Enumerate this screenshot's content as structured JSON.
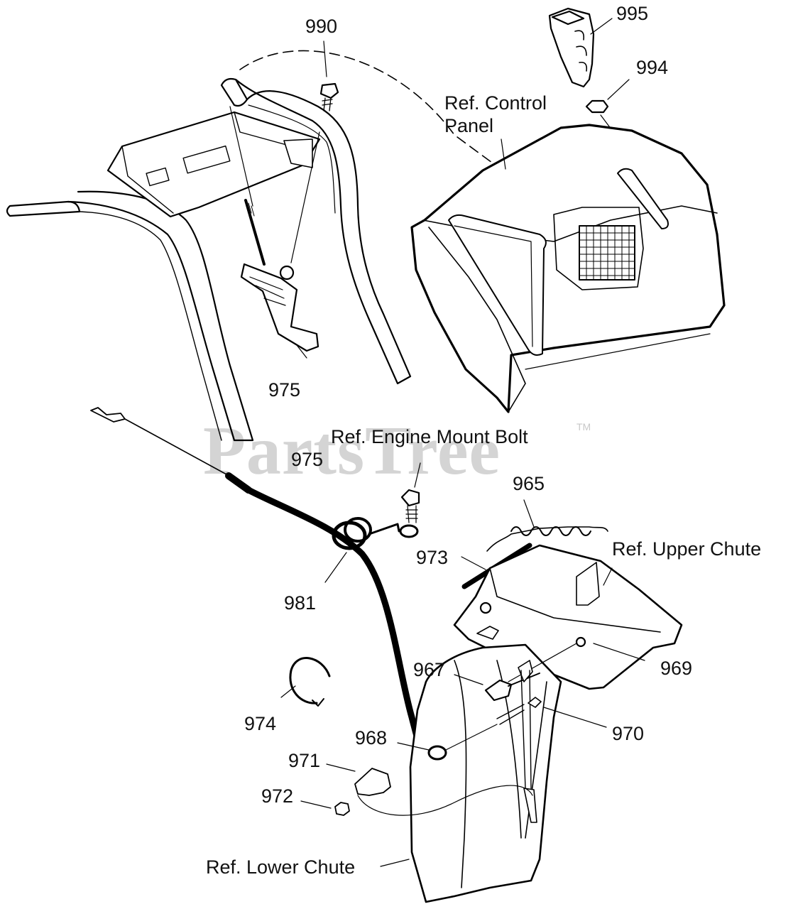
{
  "watermark": {
    "text": "PartsTree",
    "trademark": "TM"
  },
  "callouts": {
    "p990": "990",
    "p995": "995",
    "p994": "994",
    "control_panel_line1": "Ref. Control",
    "control_panel_line2": "Panel",
    "p975_upper": "975",
    "p975_lower": "975",
    "engine_mount_bolt": "Ref. Engine Mount Bolt",
    "p965": "965",
    "upper_chute": "Ref. Upper Chute",
    "p973": "973",
    "p981": "981",
    "p967": "967",
    "p969": "969",
    "p974": "974",
    "p970": "970",
    "p968": "968",
    "p971": "971",
    "p972": "972",
    "lower_chute": "Ref. Lower Chute"
  }
}
